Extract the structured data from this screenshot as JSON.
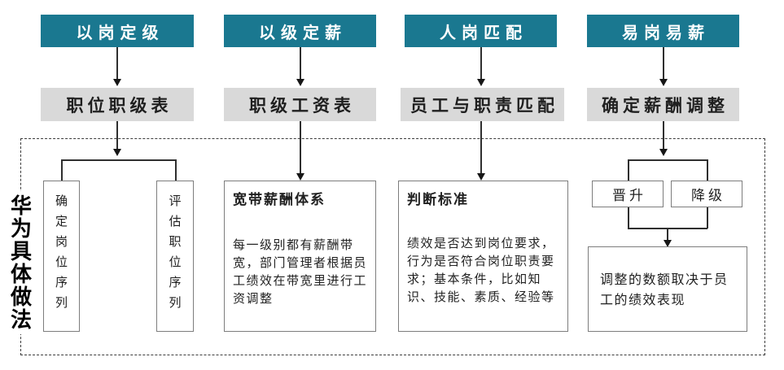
{
  "diagram_title": "华为具体做法",
  "columns": [
    {
      "header": "以岗定级",
      "sub": "职位职级表",
      "children": [
        "确定岗位序列",
        "评估职位序列"
      ]
    },
    {
      "header": "以级定薪",
      "sub": "职级工资表",
      "box_title": "宽带薪酬体系",
      "box_body": "每一级别都有薪酬带宽，部门管理者根据员工绩效在带宽里进行工资调整"
    },
    {
      "header": "人岗匹配",
      "sub": "员工与职责匹配",
      "box_title": "判断标准",
      "box_body": "绩效是否达到岗位要求，行为是否符合岗位职责要求；基本条件，比如知识、技能、素质、经验等"
    },
    {
      "header": "易岗易薪",
      "sub": "确定薪酬调整",
      "options": [
        "晋升",
        "降级"
      ],
      "result": "调整的数额取决于员工的绩效表现"
    }
  ],
  "colors": {
    "header_bg": "#1a7890",
    "header_text": "#ffffff",
    "sub_bg": "#d9d9d9",
    "line": "#2f2f2f",
    "box_border": "#7d7d7d",
    "dashed": "#3c3c3c",
    "text": "#1f1f1f"
  }
}
